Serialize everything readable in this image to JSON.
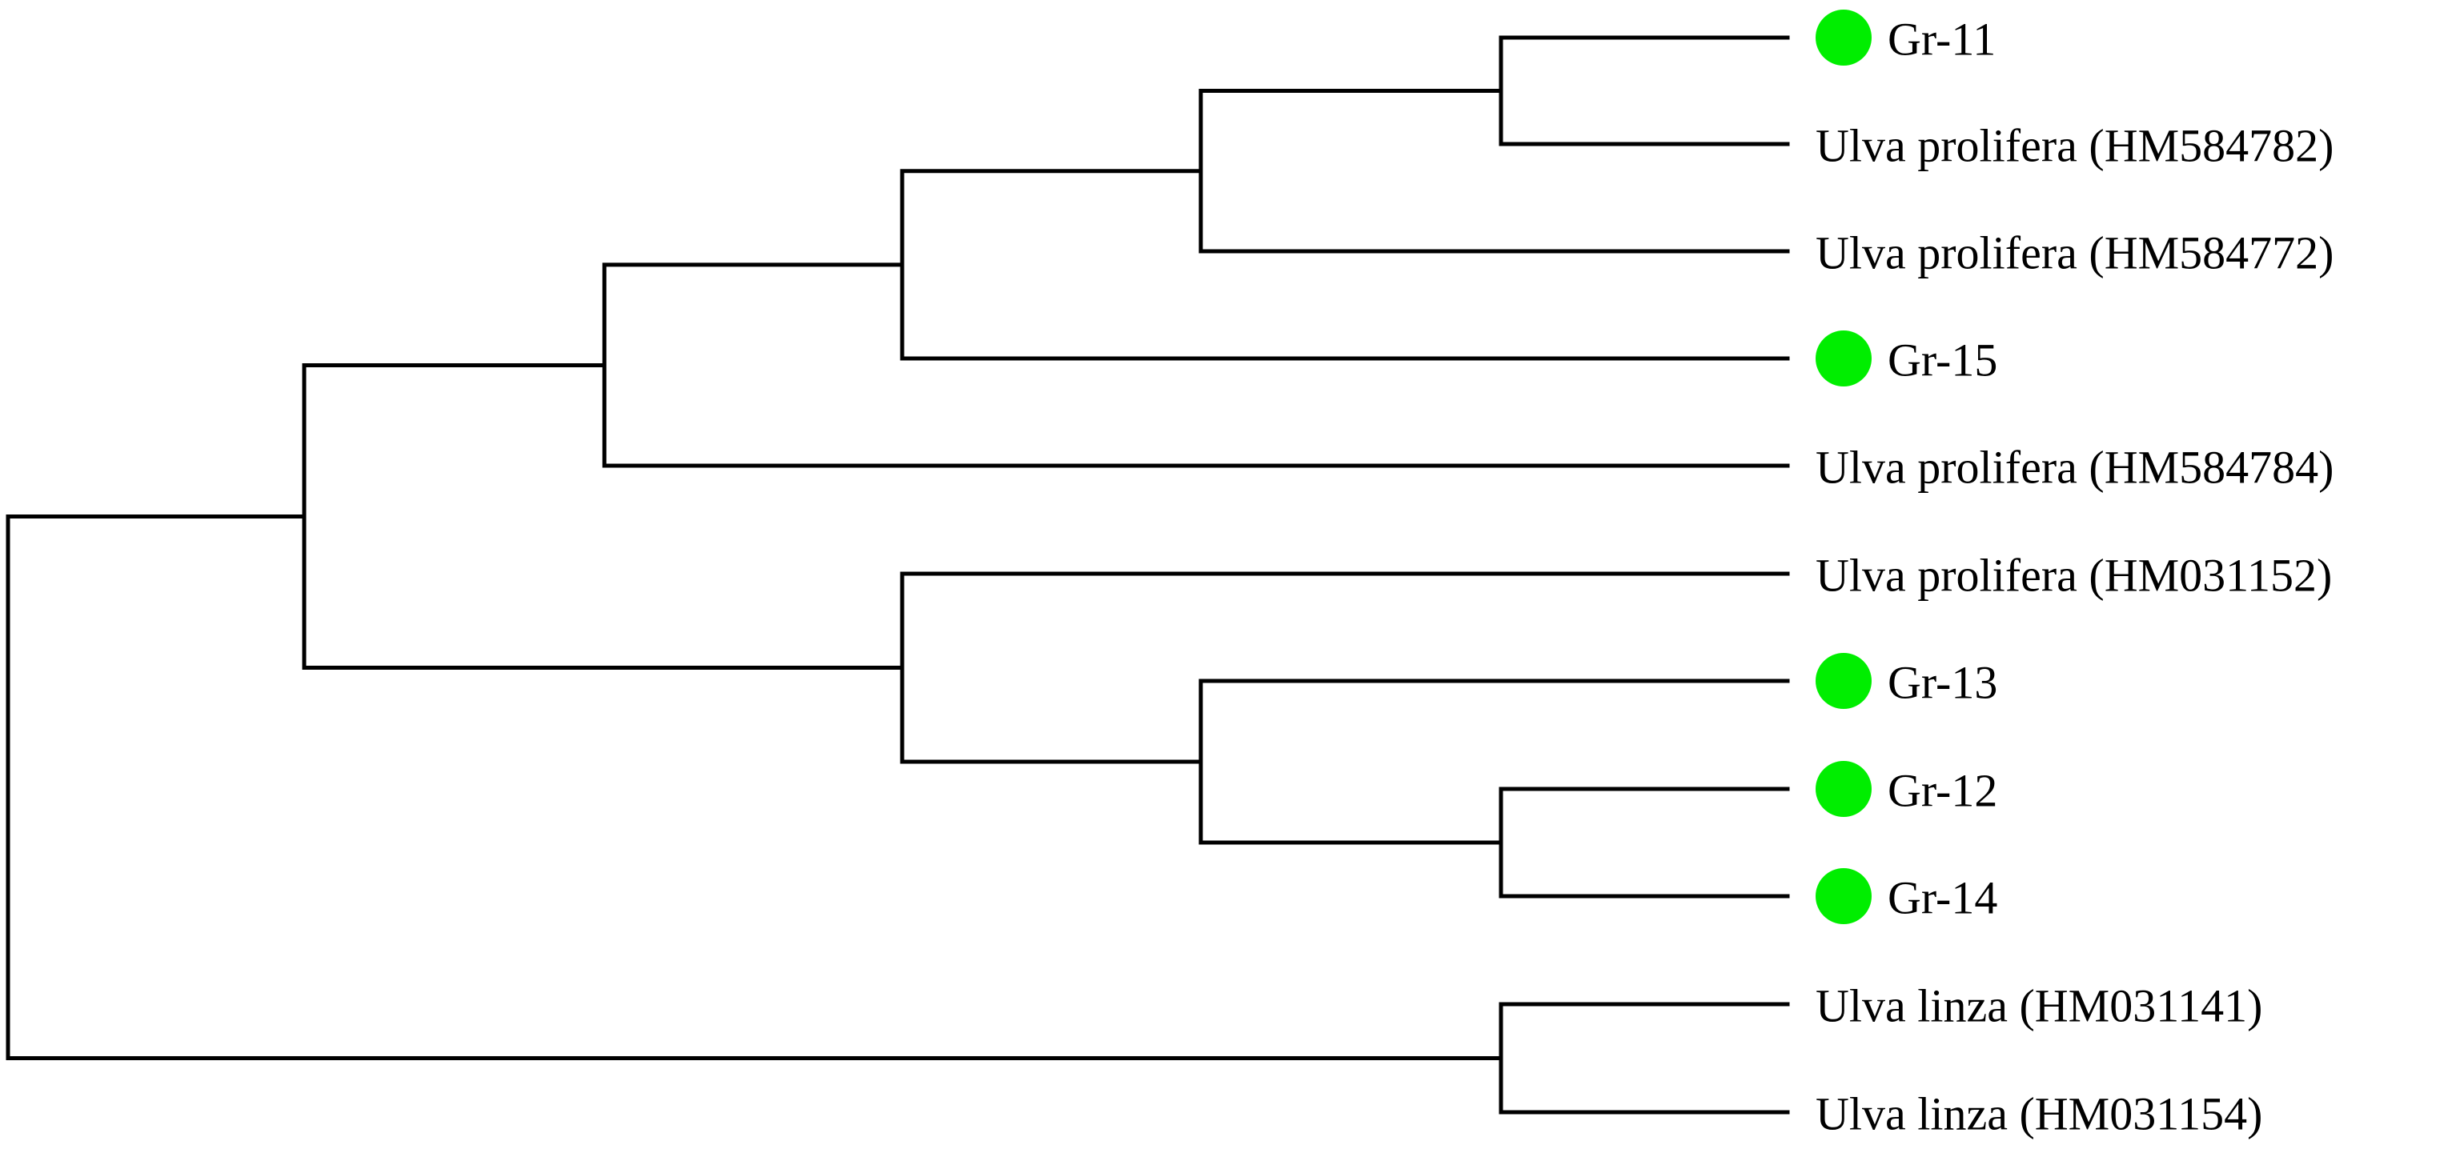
{
  "tree": {
    "marker_color": "#00ee00",
    "marker_icon": "filled-circle",
    "leaves": [
      {
        "id": "L1",
        "label": "Gr-11",
        "marked": true
      },
      {
        "id": "L2",
        "label": "Ulva prolifera (HM584782)",
        "marked": false
      },
      {
        "id": "L3",
        "label": "Ulva prolifera (HM584772)",
        "marked": false
      },
      {
        "id": "L4",
        "label": "Gr-15",
        "marked": true
      },
      {
        "id": "L5",
        "label": "Ulva prolifera (HM584784)",
        "marked": false
      },
      {
        "id": "L6",
        "label": "Ulva prolifera (HM031152)",
        "marked": false
      },
      {
        "id": "L7",
        "label": "Gr-13",
        "marked": true
      },
      {
        "id": "L8",
        "label": "Gr-12",
        "marked": true
      },
      {
        "id": "L9",
        "label": "Gr-14",
        "marked": true
      },
      {
        "id": "L10",
        "label": "Ulva linza (HM031141)",
        "marked": false
      },
      {
        "id": "L11",
        "label": "Ulva linza (HM031154)",
        "marked": false
      }
    ]
  }
}
